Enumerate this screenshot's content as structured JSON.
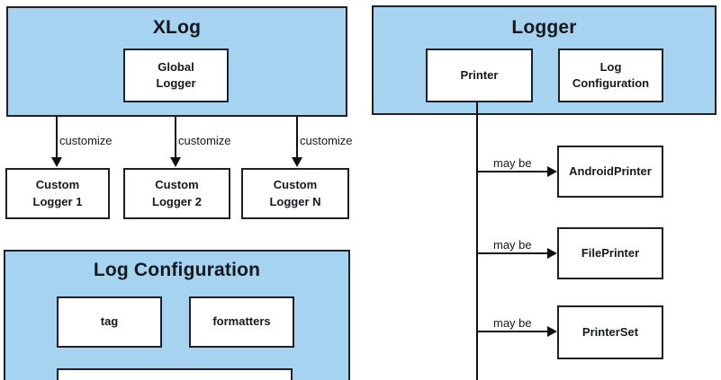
{
  "colors": {
    "container_fill": "#a6d3ef",
    "border": "#1d2029",
    "line": "#101010",
    "text": "#15181f",
    "background": "#ffffff"
  },
  "xlog_section": {
    "title": "XLog",
    "global_logger_label": "Global\nLogger",
    "edge_label": "customize",
    "custom_loggers": [
      "Custom\nLogger 1",
      "Custom\nLogger 2",
      "Custom\nLogger N"
    ]
  },
  "log_configuration_section": {
    "title": "Log Configuration",
    "tag_label": "tag",
    "formatters_label": "formatters"
  },
  "logger_section": {
    "title": "Logger",
    "printer_label": "Printer",
    "log_configuration_label": "Log\nConfiguration",
    "edge_label": "may be",
    "printers": [
      "AndroidPrinter",
      "FilePrinter",
      "PrinterSet"
    ]
  }
}
